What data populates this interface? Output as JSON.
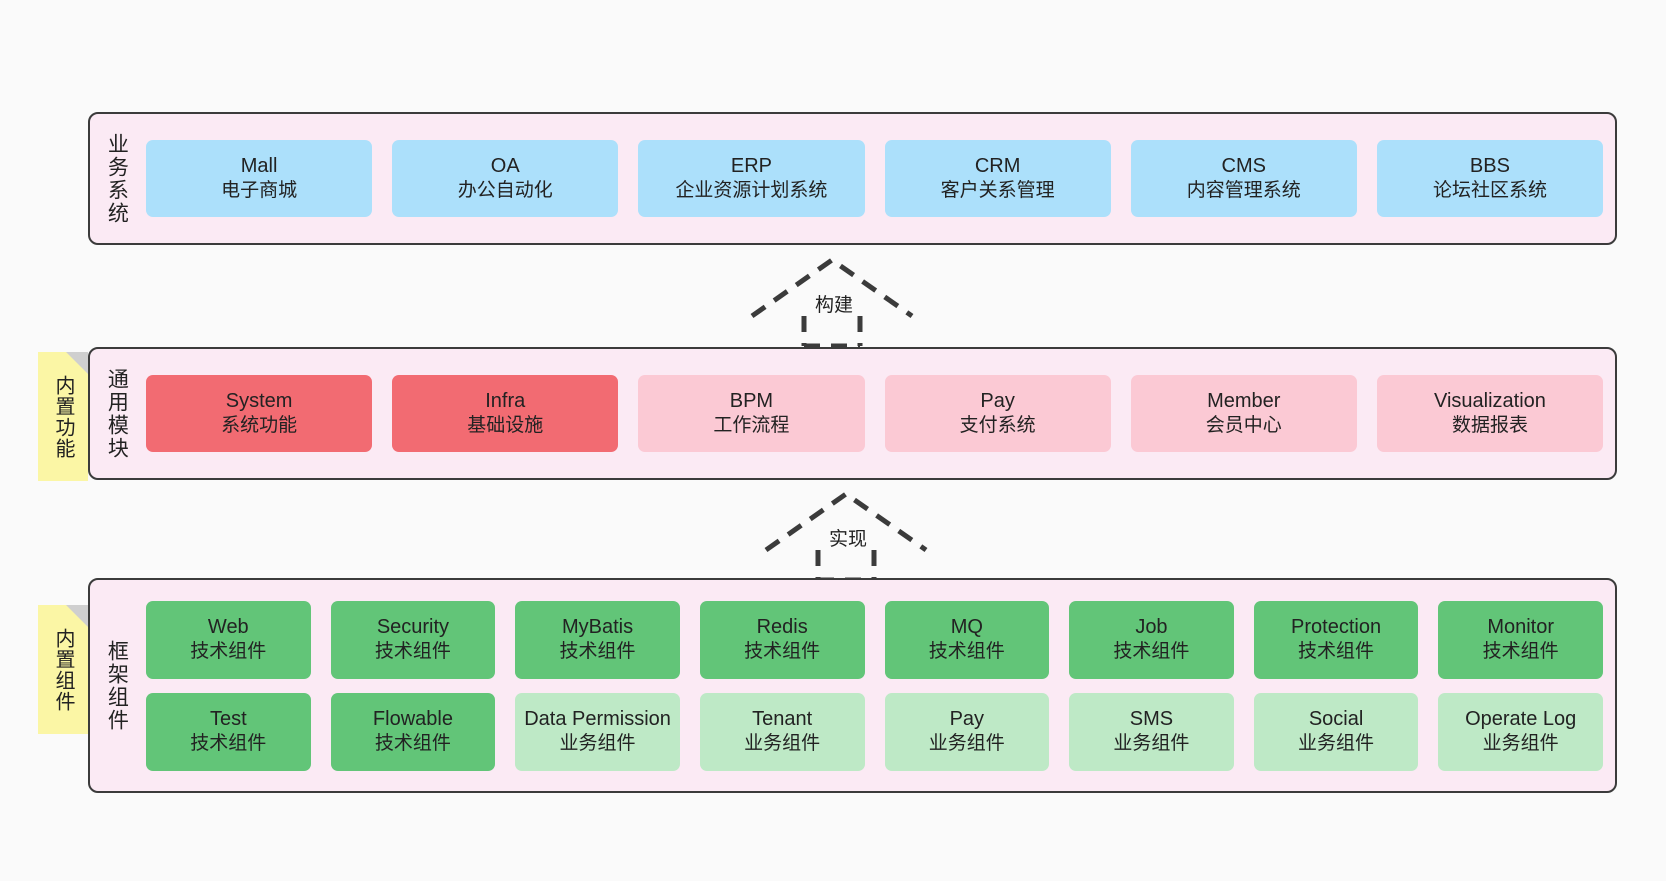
{
  "layers": [
    {
      "id": "business",
      "title": "业务系统",
      "rows": [
        [
          {
            "en": "Mall",
            "cn": "电子商城",
            "color": "c-blue"
          },
          {
            "en": "OA",
            "cn": "办公自动化",
            "color": "c-blue"
          },
          {
            "en": "ERP",
            "cn": "企业资源计划系统",
            "color": "c-blue"
          },
          {
            "en": "CRM",
            "cn": "客户关系管理",
            "color": "c-blue"
          },
          {
            "en": "CMS",
            "cn": "内容管理系统",
            "color": "c-blue"
          },
          {
            "en": "BBS",
            "cn": "论坛社区系统",
            "color": "c-blue"
          }
        ]
      ]
    },
    {
      "id": "common",
      "title": "通用模块",
      "rows": [
        [
          {
            "en": "System",
            "cn": "系统功能",
            "color": "c-red"
          },
          {
            "en": "Infra",
            "cn": "基础设施",
            "color": "c-red"
          },
          {
            "en": "BPM",
            "cn": "工作流程",
            "color": "c-pink"
          },
          {
            "en": "Pay",
            "cn": "支付系统",
            "color": "c-pink"
          },
          {
            "en": "Member",
            "cn": "会员中心",
            "color": "c-pink"
          },
          {
            "en": "Visualization",
            "cn": "数据报表",
            "color": "c-pink"
          }
        ]
      ]
    },
    {
      "id": "framework",
      "title": "框架组件",
      "rows": [
        [
          {
            "en": "Web",
            "cn": "技术组件",
            "color": "c-green"
          },
          {
            "en": "Security",
            "cn": "技术组件",
            "color": "c-green"
          },
          {
            "en": "MyBatis",
            "cn": "技术组件",
            "color": "c-green"
          },
          {
            "en": "Redis",
            "cn": "技术组件",
            "color": "c-green"
          },
          {
            "en": "MQ",
            "cn": "技术组件",
            "color": "c-green"
          },
          {
            "en": "Job",
            "cn": "技术组件",
            "color": "c-green"
          },
          {
            "en": "Protection",
            "cn": "技术组件",
            "color": "c-green"
          },
          {
            "en": "Monitor",
            "cn": "技术组件",
            "color": "c-green"
          }
        ],
        [
          {
            "en": "Test",
            "cn": "技术组件",
            "color": "c-green"
          },
          {
            "en": "Flowable",
            "cn": "技术组件",
            "color": "c-green"
          },
          {
            "en": "Data Permission",
            "cn": "业务组件",
            "color": "c-lightgreen"
          },
          {
            "en": "Tenant",
            "cn": "业务组件",
            "color": "c-lightgreen"
          },
          {
            "en": "Pay",
            "cn": "业务组件",
            "color": "c-lightgreen"
          },
          {
            "en": "SMS",
            "cn": "业务组件",
            "color": "c-lightgreen"
          },
          {
            "en": "Social",
            "cn": "业务组件",
            "color": "c-lightgreen"
          },
          {
            "en": "Operate Log",
            "cn": "业务组件",
            "color": "c-lightgreen"
          }
        ]
      ]
    }
  ],
  "sticky_notes": [
    {
      "id": "common",
      "label": "内置功能"
    },
    {
      "id": "framework",
      "label": "内置组件"
    }
  ],
  "arrows": [
    {
      "id": "build",
      "label": "构建"
    },
    {
      "id": "impl",
      "label": "实现"
    }
  ],
  "colors": {
    "background": "#fafafa",
    "layer_fill": "#fbeaf4",
    "layer_border": "#3b3b3b",
    "blue": "#ace0fb",
    "red": "#f26b72",
    "pink": "#fbc9d4",
    "green": "#62c578",
    "light_green": "#bee9c6",
    "sticky": "#fbf6a5",
    "sticky_fold": "#cfcfcf",
    "arrow": "#3b3b3b"
  }
}
